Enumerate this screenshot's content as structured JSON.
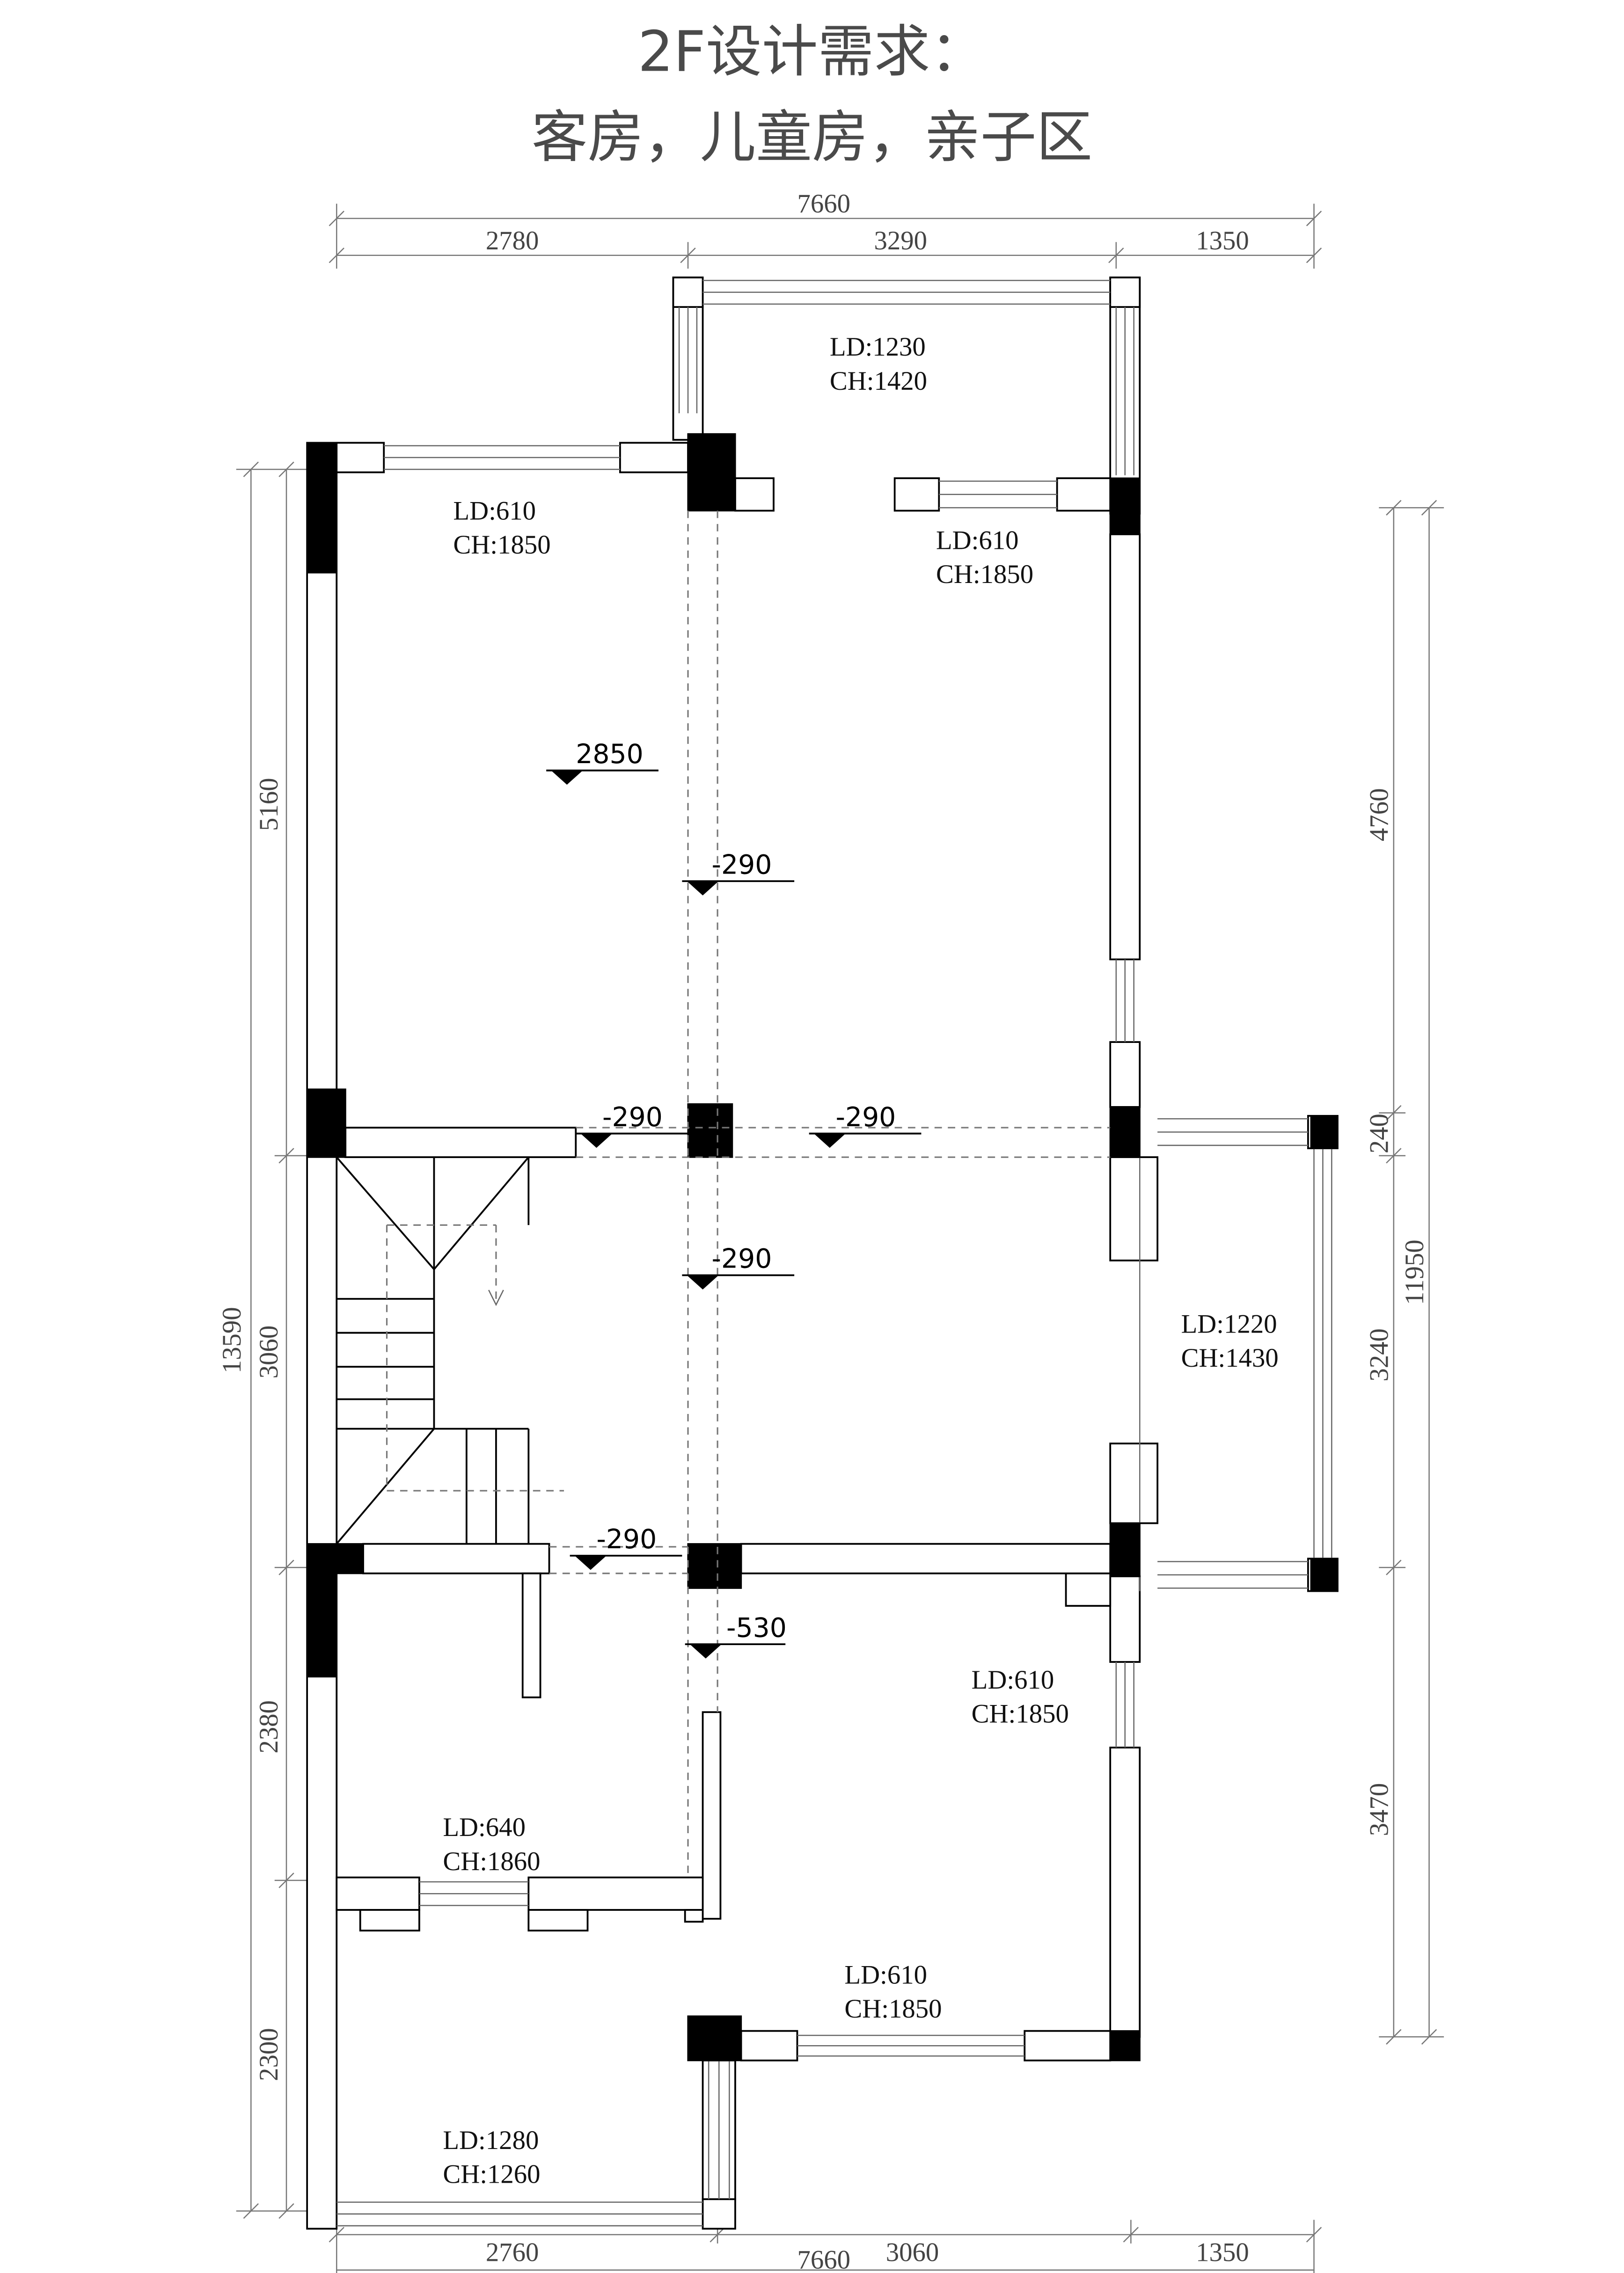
{
  "title": {
    "line1": "2F设计需求：",
    "line2": "客房，儿童房，亲子区"
  },
  "dimensions": {
    "top_total": "7660",
    "top_segments": [
      "2780",
      "3290",
      "1350"
    ],
    "bottom_segments": [
      "2760",
      "3060",
      "1350"
    ],
    "bottom_total": "7660",
    "left_total": "13590",
    "left_segments": [
      "5160",
      "3060",
      "2380",
      "2300"
    ],
    "right_total": "11950",
    "right_segments": [
      "4760",
      "240",
      "3240",
      "3470"
    ]
  },
  "window_labels": [
    {
      "ld": "LD:1230",
      "ch": "CH:1420"
    },
    {
      "ld": "LD:610",
      "ch": "CH:1850"
    },
    {
      "ld": "LD:610",
      "ch": "CH:1850"
    },
    {
      "ld": "LD:1220",
      "ch": "CH:1430"
    },
    {
      "ld": "LD:610",
      "ch": "CH:1850"
    },
    {
      "ld": "LD:640",
      "ch": "CH:1860"
    },
    {
      "ld": "LD:610",
      "ch": "CH:1850"
    },
    {
      "ld": "LD:1280",
      "ch": "CH:1260"
    }
  ],
  "level_marks": [
    "2850",
    "-290",
    "-290",
    "-290",
    "-290",
    "-290",
    "-530"
  ],
  "colors": {
    "wall_fill": "#ffffff",
    "column_fill": "#000000",
    "line": "#000000",
    "dimension_line": "#777777"
  }
}
